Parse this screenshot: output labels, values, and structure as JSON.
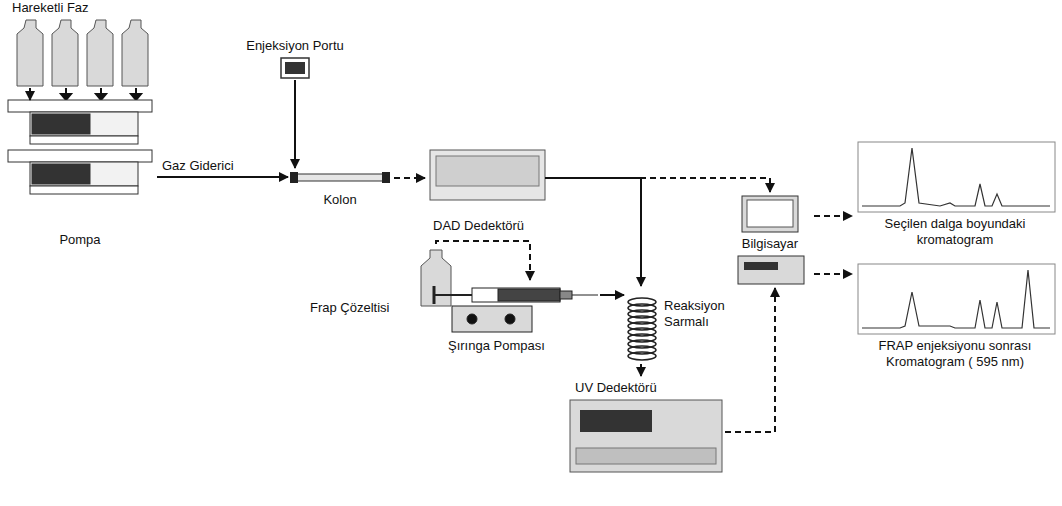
{
  "diagram": {
    "nodes": [
      {
        "text": [
          "Hareketli Faz"
        ]
      },
      {
        "text": [
          "Pompa"
        ]
      },
      {
        "text": [
          "Enjeksiyon Portu"
        ]
      },
      {
        "text": [
          "Kolon"
        ]
      },
      {
        "text": [
          "DAD Dedektörü"
        ]
      },
      {
        "text": [
          "Frap Çözeltisi"
        ]
      },
      {
        "text": [
          "Şırınga Pompası"
        ]
      },
      {
        "text": [
          "Reaksiyon Sarmalı"
        ]
      },
      {
        "text": [
          "UV Dedektörü"
        ]
      },
      {
        "text": [
          "Bilgisayar"
        ]
      },
      {
        "text": [
          "Seçilen dalga boyundaki kromatogram"
        ]
      },
      {
        "text": [
          "FRAP enjeksiyonu sonrası Kromatogram ( 595 nm)"
        ]
      }
    ],
    "edges": [
      {
        "from": 0,
        "to": 1,
        "arrow": "to"
      },
      {
        "from": 1,
        "to": 3,
        "label": "Gaz Giderici",
        "arrow": "to"
      },
      {
        "from": 2,
        "to": 3,
        "arrow": "to"
      },
      {
        "from": 3,
        "to": 4,
        "arrow": "to"
      },
      {
        "from": 4,
        "to": 7,
        "arrow": "to"
      },
      {
        "from": 4,
        "to": 9,
        "arrow": "to"
      },
      {
        "from": 5,
        "to": 6,
        "arrow": "to"
      },
      {
        "from": 6,
        "to": 7,
        "arrow": "to"
      },
      {
        "from": 7,
        "to": 8,
        "arrow": "to"
      },
      {
        "from": 8,
        "to": 9,
        "arrow": "to"
      },
      {
        "from": 9,
        "to": 10,
        "arrow": "to"
      },
      {
        "from": 9,
        "to": 11,
        "arrow": "to"
      }
    ]
  }
}
